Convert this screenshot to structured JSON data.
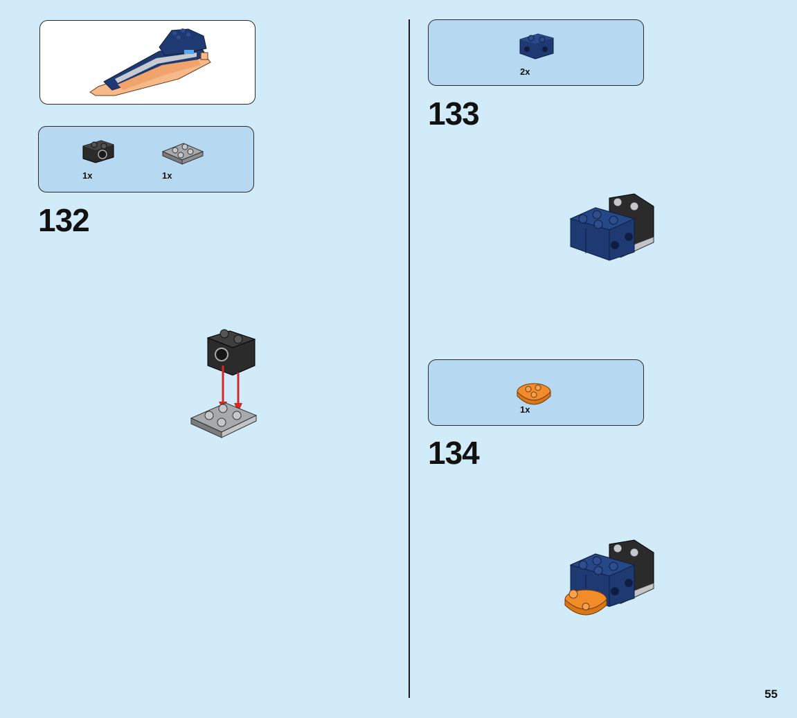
{
  "page": {
    "number": "55"
  },
  "steps": [
    {
      "number": "132",
      "parts": [
        {
          "icon": "black-technic-brick-1x2-icon",
          "qty": "1x"
        },
        {
          "icon": "gray-plate-2x2-icon",
          "qty": "1x"
        }
      ]
    },
    {
      "number": "133",
      "parts": [
        {
          "icon": "blue-brick-1x2-icon",
          "qty": "2x"
        }
      ]
    },
    {
      "number": "134",
      "parts": [
        {
          "icon": "orange-round-plate-icon",
          "qty": "1x"
        }
      ]
    }
  ],
  "colors": {
    "background": "#d2ebf9",
    "parts_box": "#b7d8f1",
    "dark_blue": "#1f3a73",
    "black": "#2b2b2b",
    "gray": "#a7a9ac",
    "orange": "#f28c28",
    "arrow_red": "#d02a2a"
  }
}
